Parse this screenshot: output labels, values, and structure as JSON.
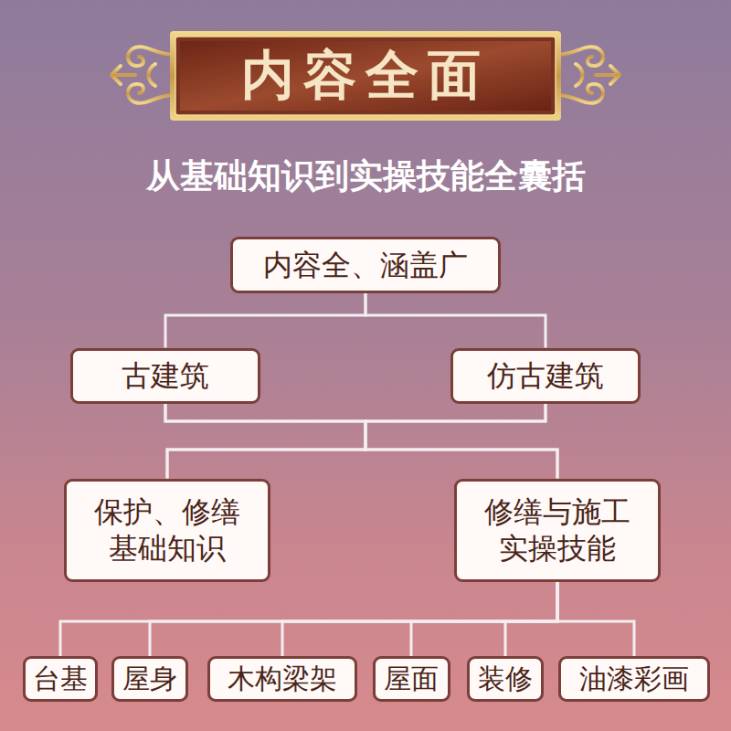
{
  "diagram": {
    "title": "内容全面",
    "nodes": [
      {
        "text": [
          "内容全、涵盖广"
        ]
      },
      {
        "text": [
          "古建筑"
        ]
      },
      {
        "text": [
          "仿古建筑"
        ]
      },
      {
        "text": [
          "保护、修缮 基础知识"
        ]
      },
      {
        "text": [
          "修缮与施工 实操技能"
        ]
      },
      {
        "text": [
          "台基"
        ]
      },
      {
        "text": [
          "屋身"
        ]
      },
      {
        "text": [
          "木构梁架"
        ]
      },
      {
        "text": [
          "屋面"
        ]
      },
      {
        "text": [
          "装修"
        ]
      },
      {
        "text": [
          "油漆彩画"
        ]
      }
    ],
    "edges": [
      {
        "from": 0,
        "to": 1,
        "arrow": "none"
      },
      {
        "from": 0,
        "to": 2,
        "arrow": "none"
      },
      {
        "from": 1,
        "to": 3,
        "arrow": "none"
      },
      {
        "from": 1,
        "to": 4,
        "arrow": "none"
      },
      {
        "from": 2,
        "to": 3,
        "arrow": "none"
      },
      {
        "from": 2,
        "to": 4,
        "arrow": "none"
      },
      {
        "from": 4,
        "to": 5,
        "arrow": "none"
      },
      {
        "from": 4,
        "to": 6,
        "arrow": "none"
      },
      {
        "from": 4,
        "to": 7,
        "arrow": "none"
      },
      {
        "from": 4,
        "to": 8,
        "arrow": "none"
      },
      {
        "from": 4,
        "to": 9,
        "arrow": "none"
      },
      {
        "from": 4,
        "to": 10,
        "arrow": "none"
      }
    ],
    "labels": [
      "从基础知识到实操技能全囊括"
    ]
  }
}
